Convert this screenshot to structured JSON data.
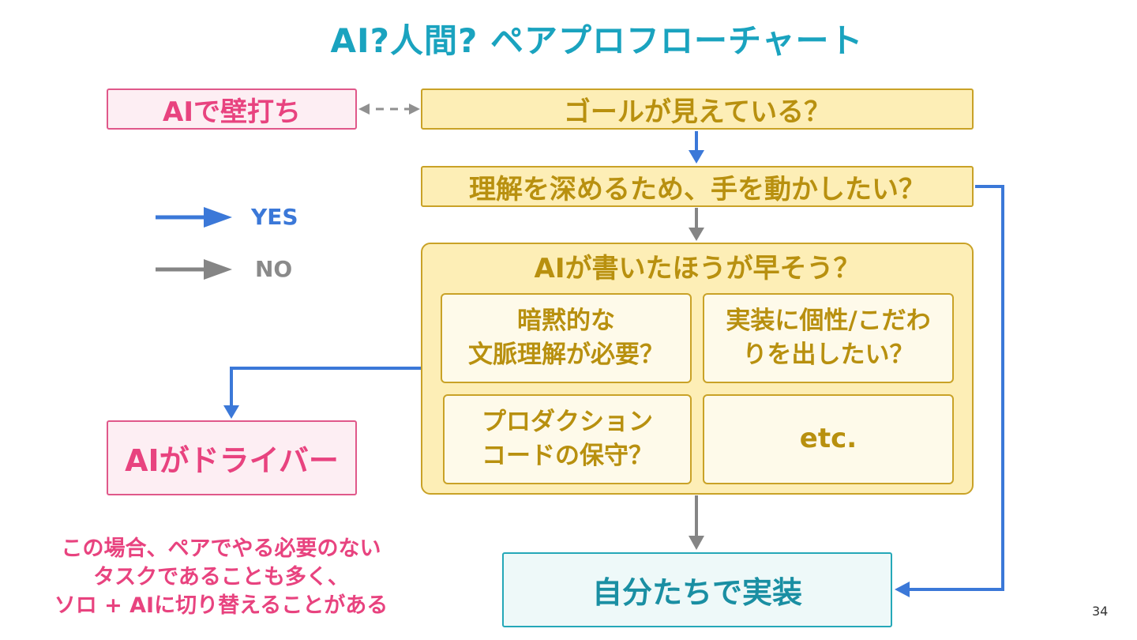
{
  "title": "AI?人間? ペアプロフローチャート",
  "boxes": {
    "ai_wall": "AIで壁打ち",
    "goal_visible": "ゴールが見えている？",
    "deepen_understanding": "理解を深めるため、手を動かしたい？",
    "ai_faster": "AIが書いたほうが早そう？",
    "implicit_context": [
      "暗黙的な",
      "文脈理解が必要？"
    ],
    "individuality": [
      "実装に個性/こだわ",
      "りを出したい？"
    ],
    "production_code": [
      "プロダクション",
      "コードの保守？"
    ],
    "etc": "etc.",
    "ai_driver": "AIがドライバー",
    "implement_ourselves": "自分たちで実装"
  },
  "legend": {
    "yes": "YES",
    "no": "NO"
  },
  "note": [
    "この場合、ペアでやる必要のない",
    "タスクであることも多く、",
    "ソロ + AIに切り替えることがある"
  ],
  "page_number": "34",
  "colors": {
    "yes_arrow": "#3b78d8",
    "no_arrow": "#858585",
    "title": "#1aa3bf",
    "pink_text": "#e8437f",
    "yellow_text": "#b8900f",
    "teal_text": "#1a8fa3"
  }
}
